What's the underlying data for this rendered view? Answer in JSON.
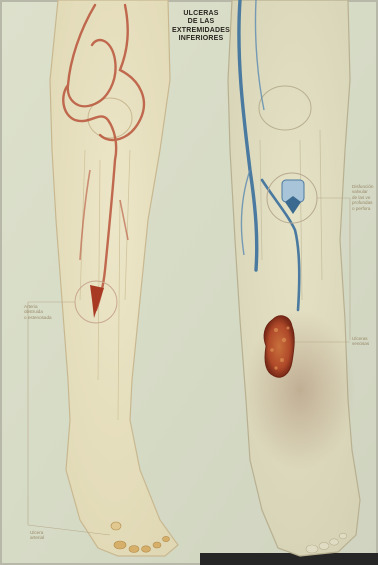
{
  "poster": {
    "title": "ULCERAS\nDE LAS\nEXTREMIDADES\nINFERIORES",
    "labels": {
      "left_arterial": "Arteria\nobstruida\no estenosada",
      "left_bottom": "Ulcera\narterial",
      "right_valve": "Disfunción\nvalvular\nde las ve\nprofundas\no perfora",
      "right_ulcer": "Ulceras\nvenosas"
    }
  },
  "colors": {
    "background": "#d8dcc8",
    "artery": "#b8543a",
    "vein": "#4a7aa0",
    "venous_ulcer": "#b04a2a",
    "skin_outline": "#c8b890"
  }
}
